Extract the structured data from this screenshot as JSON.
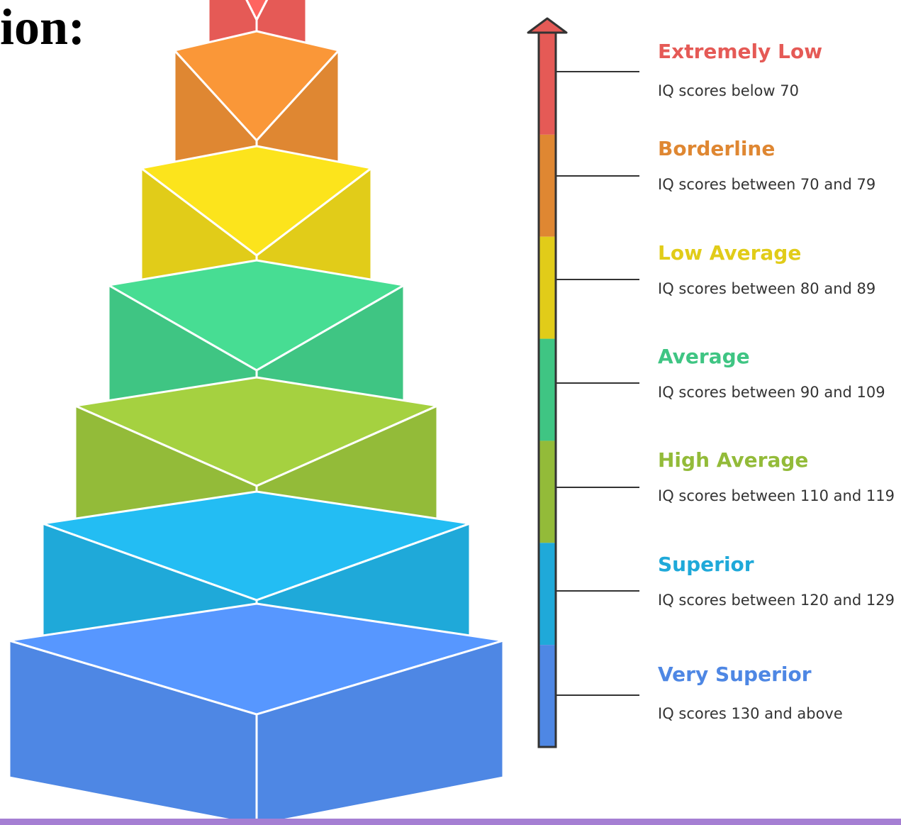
{
  "page": {
    "title": "ion:"
  },
  "colors": {
    "outline": "#ffffff",
    "axis_outline": "#333333",
    "bottom_bar": "#a57fd3"
  },
  "scale": {
    "arrow_icon": "arrow-up-icon",
    "levels": [
      {
        "label": "Extremely Low",
        "description": "IQ scores below 70",
        "color": "#e55a56"
      },
      {
        "label": "Borderline",
        "description": "IQ scores between 70 and 79",
        "color": "#df8732"
      },
      {
        "label": "Low Average",
        "description": "IQ scores between 80 and 89",
        "color": "#e1cc19"
      },
      {
        "label": "Average",
        "description": "IQ scores between 90 and 109",
        "color": "#3fc583"
      },
      {
        "label": "High Average",
        "description": "IQ scores between 110 and 119",
        "color": "#93bb39"
      },
      {
        "label": "Superior",
        "description": "IQ scores between 120 and 129",
        "color": "#1fa9d9"
      },
      {
        "label": "Very Superior",
        "description": "IQ scores 130 and above",
        "color": "#4e87e4"
      }
    ]
  }
}
